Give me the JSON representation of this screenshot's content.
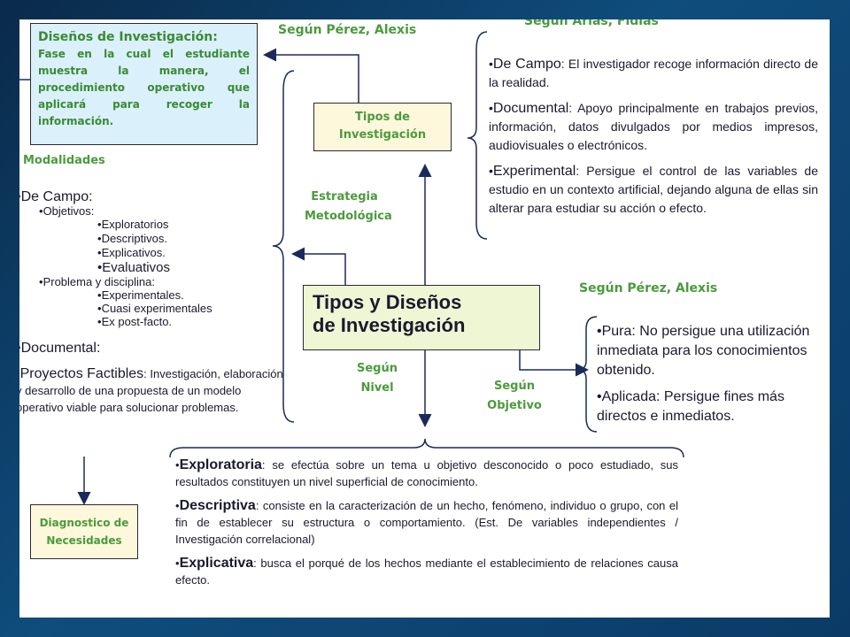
{
  "diagram": {
    "top_center_header": "Según Pérez, Alexis",
    "top_right_header": "Según Arias, Fidias",
    "middle_right_header": "Según Pérez, Alexis",
    "design_box": {
      "title": "Diseños de Investigación:",
      "text": "Fase en la cual el estudiante muestra la manera, el procedimiento operativo que aplicará para recoger la información."
    },
    "types_box": "Tipos de Investigación",
    "strategy_label": "Estrategia Metodológica",
    "main_title_line1": "Tipos y Diseños",
    "main_title_line2": "de Investigación",
    "level_label": "Según Nivel",
    "objective_label": "Según Objetivo",
    "needs_box": "Diagnostico de Necesidades",
    "modalidades_label": "Modalidades",
    "arias": [
      {
        "term": "De Campo",
        "text": ": El investigador recoge información directo de la realidad."
      },
      {
        "term": "Documental",
        "text": ": Apoyo principalmente en trabajos previos, información, datos divulgados por medios impresos, audiovisuales o electrónicos."
      },
      {
        "term": "Experimental",
        "text": ": Persigue el control de las variables de estudio en un contexto artificial, dejando alguna de ellas sin alterar  para estudiar su acción o efecto."
      }
    ],
    "perez_objective": [
      "Pura: No persigue una utilización inmediata para los conocimientos obtenido.",
      "Aplicada: Persigue fines más directos e inmediatos."
    ],
    "modalidades": {
      "campo": "De Campo:",
      "objetivos": "Objetivos:",
      "objetivos_items": [
        "Exploratorios",
        "Descriptivos.",
        "Explicativos."
      ],
      "evaluativos": "Evaluativos",
      "problema": "Problema y disciplina:",
      "problema_items": [
        "Experimentales.",
        "Cuasi experimentales",
        "Ex post-facto."
      ],
      "documental": "Documental:",
      "proyectos_term": "Proyectos Factibles",
      "proyectos_text": ": Investigación, elaboración y desarrollo de una propuesta de un modelo operativo viable para solucionar problemas."
    },
    "nivel": [
      {
        "term": "Exploratoria",
        "text": ": se efectúa sobre un tema u objetivo desconocido o poco estudiado, sus resultados constituyen  un nivel superficial de conocimiento."
      },
      {
        "term": "Descriptiva",
        "text": ": consiste en la caracterización de un hecho, fenómeno, individuo o grupo, con el fin de establecer su estructura o comportamiento. (Est. De variables independientes / Investigación  correlacional)"
      },
      {
        "term": "Explicativa",
        "text": ": busca el porqué de los hechos  mediante el establecimiento de relaciones causa efecto."
      }
    ]
  }
}
